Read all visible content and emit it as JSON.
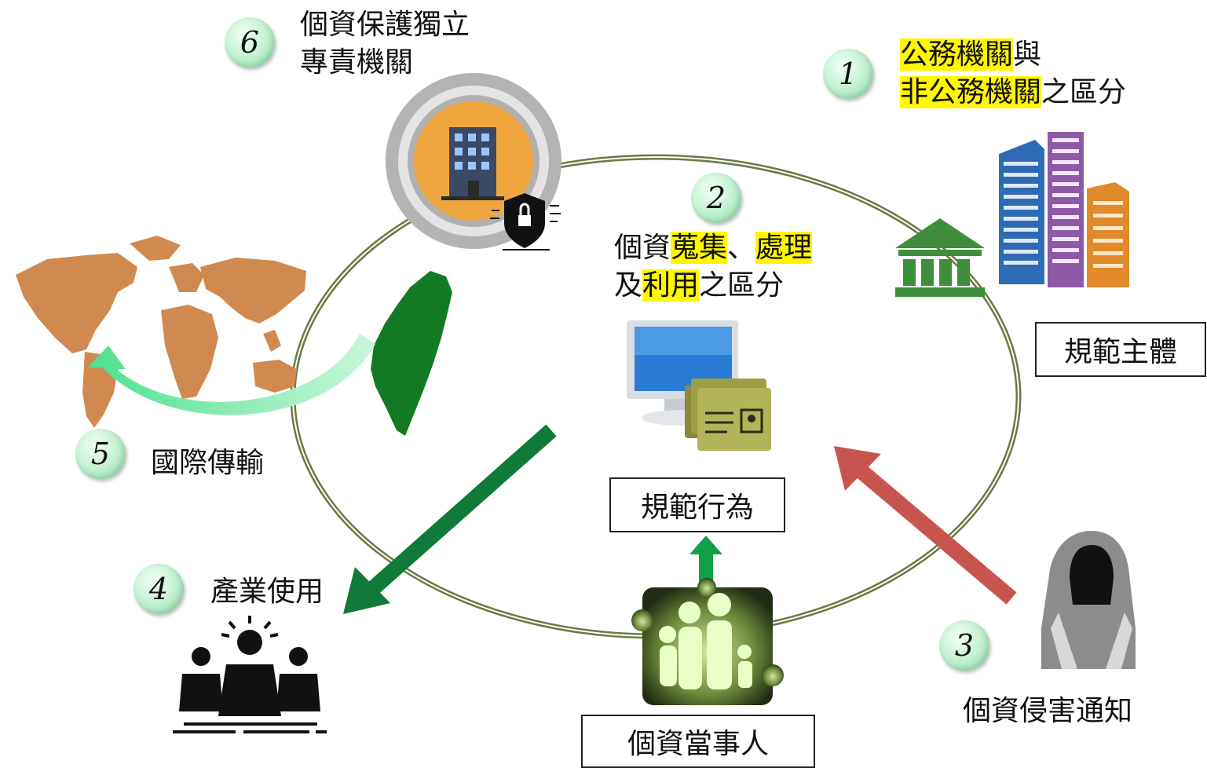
{
  "items": {
    "item1": {
      "number": "1",
      "line1_hl": "公務機關",
      "line1_rest": "與",
      "line2_hl": "非公務機關",
      "line2_rest": "之區分"
    },
    "item2": {
      "number": "2",
      "line1_a": "個資",
      "line1_hl1": "蒐集",
      "line1_b": "、",
      "line1_hl2": "處理",
      "line2_a": "及",
      "line2_hl": "利用",
      "line2_b": "之區分"
    },
    "item3": {
      "number": "3",
      "label": "個資侵害通知"
    },
    "item4": {
      "number": "4",
      "label": "產業使用"
    },
    "item5": {
      "number": "5",
      "label": "國際傳輸"
    },
    "item6": {
      "number": "6",
      "line1": "個資保護獨立",
      "line2": "專責機關"
    }
  },
  "boxes": {
    "regulated_subject": "規範主體",
    "regulated_behavior": "規範行為",
    "data_subject": "個資當事人"
  },
  "colors": {
    "highlight": "#fff600",
    "ring": "#6b7a45",
    "arrow_green": "#0f7a3a",
    "arrow_red": "#c85450",
    "map": "#d08a4f",
    "taiwan": "#127a22",
    "badge": "#c9f2d6"
  },
  "icons": [
    "government-building-icon",
    "skyscrapers-icon",
    "computer-folder-icon",
    "family-puzzle-icon",
    "hacker-icon",
    "business-people-icon",
    "world-map-icon",
    "taiwan-map-icon",
    "secure-building-icon"
  ]
}
